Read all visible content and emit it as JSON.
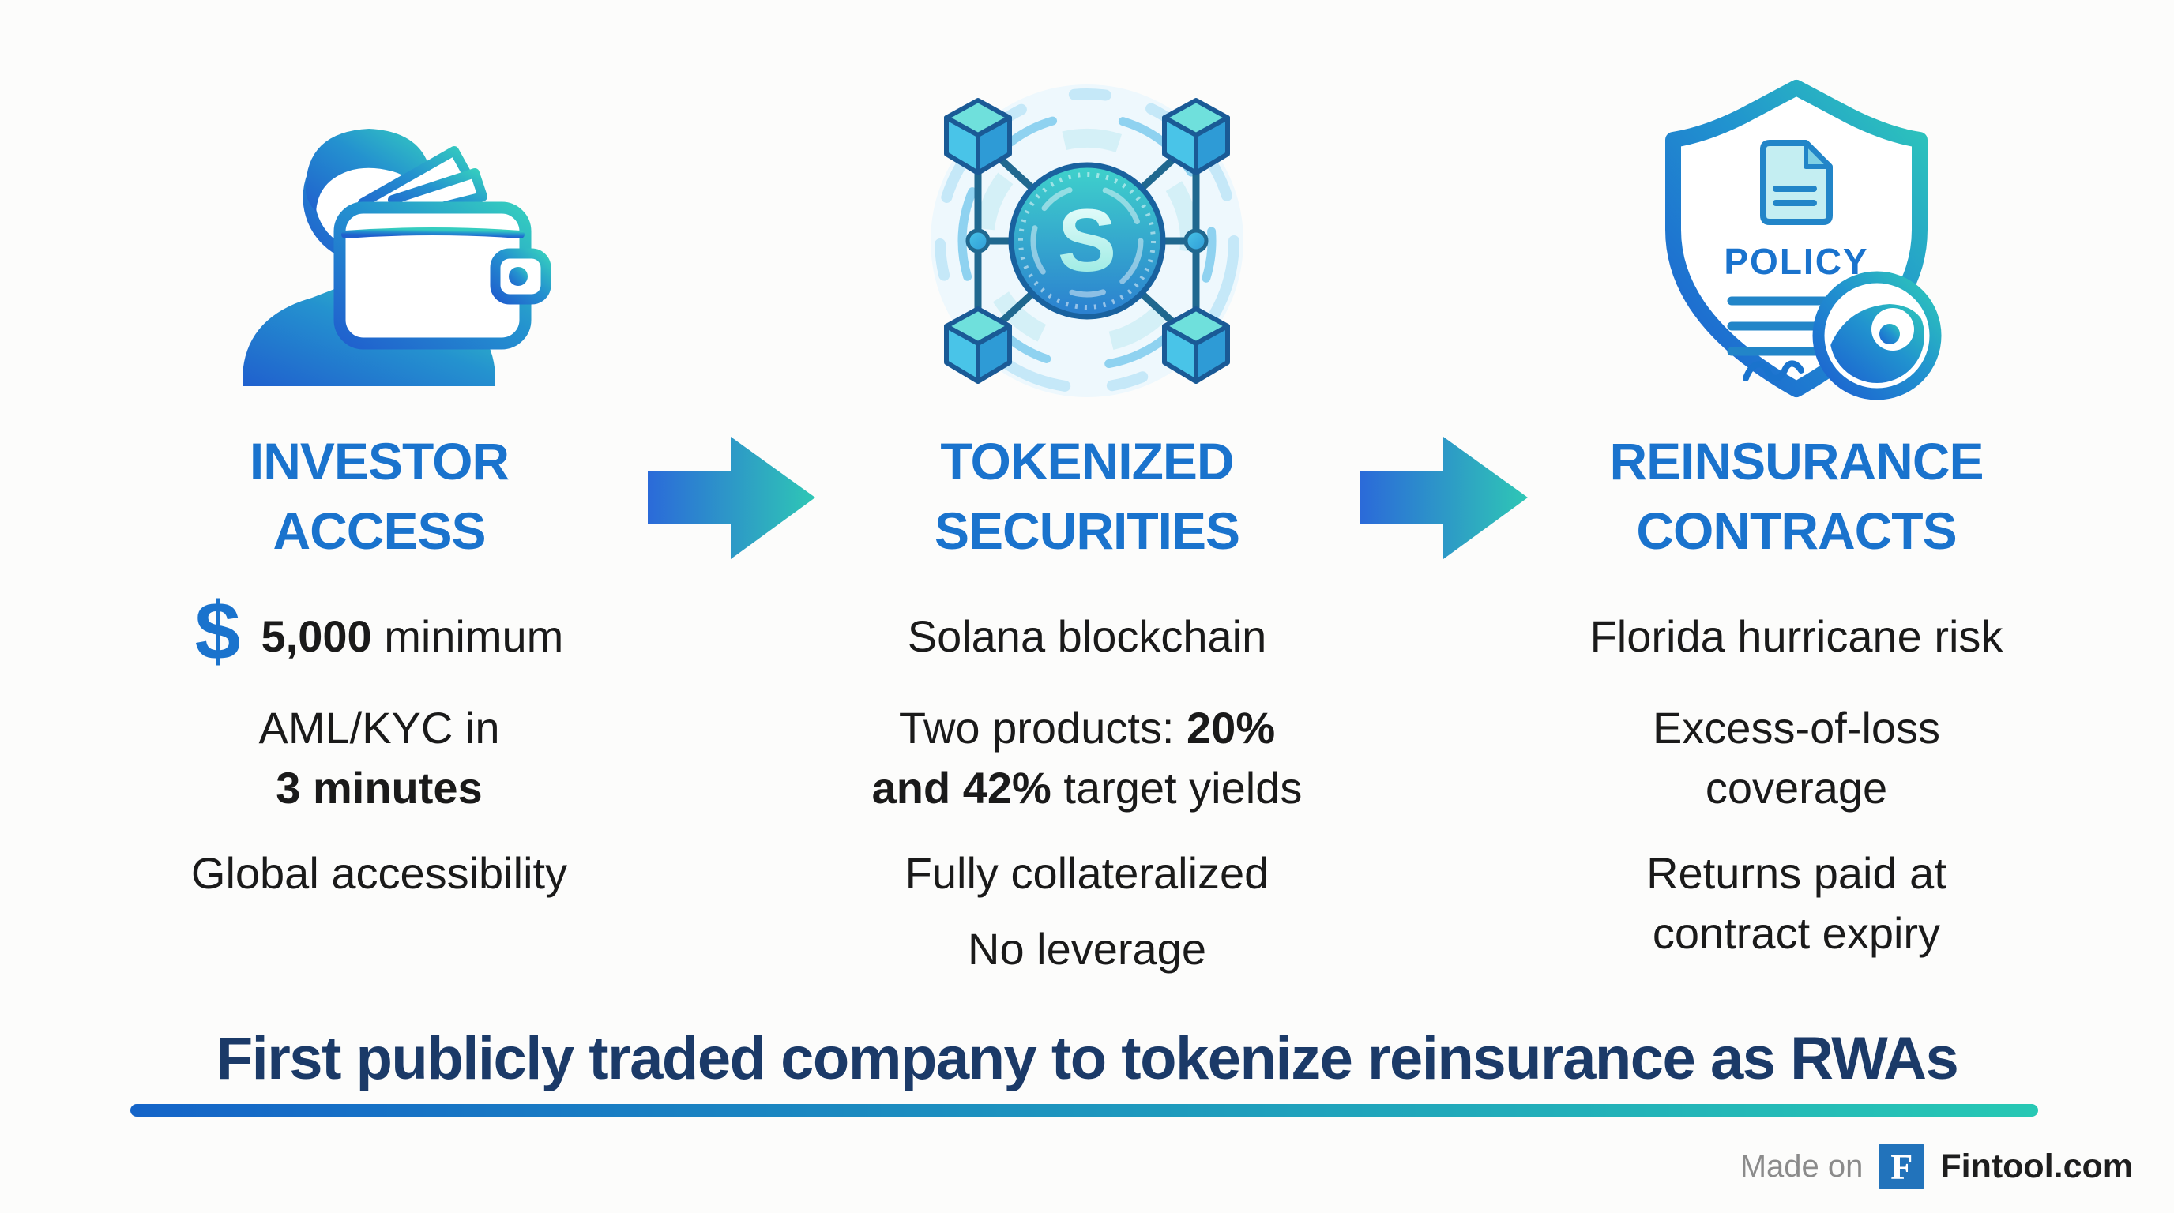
{
  "colors": {
    "heading_blue": "#1a73cd",
    "headline_navy": "#1b3a68",
    "body_text": "#1a1a1a",
    "arrow_gradient_start": "#2b6ad9",
    "arrow_gradient_end": "#2fc7b5",
    "underline_gradient_start": "#1464c8",
    "underline_gradient_end": "#27c8b4",
    "footer_gray": "#8b8b8b",
    "fintool_logo_blue": "#2273bb"
  },
  "col1": {
    "icon": "person-wallet-icon",
    "title1": "INVESTOR",
    "title2": "ACCESS",
    "b1_dollar": "$",
    "b1_bold": "5,000",
    "b1_rest": " minimum",
    "b2_l1": "AML/KYC in",
    "b2_l2": "3 minutes",
    "b3": "Global accessibility"
  },
  "col2": {
    "icon": "blockchain-token-icon",
    "coin_letter": "S",
    "title1": "TOKENIZED",
    "title2": "SECURITIES",
    "b1": "Solana blockchain",
    "b2_l1_reg": "Two products: ",
    "b2_l1_bold": "20%",
    "b2_l2_bold": "and 42%",
    "b2_l2_reg": " target yields",
    "b3": "Fully collateralized",
    "b4": "No leverage"
  },
  "col3": {
    "icon": "policy-shield-icon",
    "shield_label": "POLICY",
    "title1": "REINSURANCE",
    "title2": "CONTRACTS",
    "b1": "Florida hurricane risk",
    "b2_l1": "Excess-of-loss",
    "b2_l2": "coverage",
    "b3_l1": "Returns paid at",
    "b3_l2": "contract expiry"
  },
  "headline": "First publicly traded company to tokenize reinsurance as RWAs",
  "footer": {
    "made_on": "Made on",
    "logo_letter": "F",
    "brand": "Fintool.com"
  }
}
